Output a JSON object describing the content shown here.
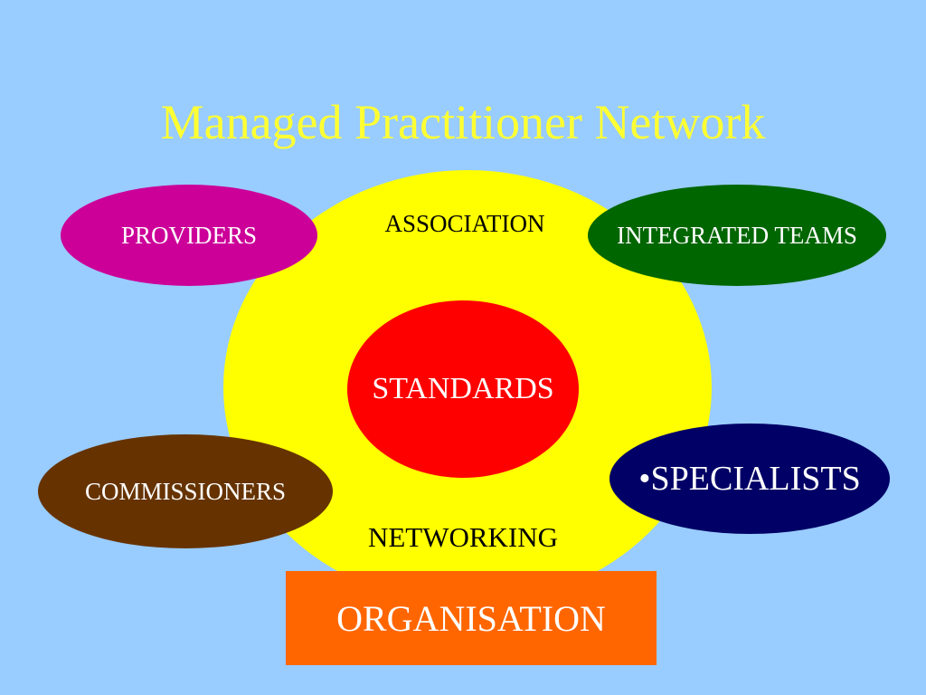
{
  "slide": {
    "title": "Managed Practitioner Network"
  },
  "diagram": {
    "association": "ASSOCIATION",
    "standards": "STANDARDS",
    "networking": "NETWORKING",
    "providers": "PROVIDERS",
    "integrated_teams": "INTEGRATED TEAMS",
    "commissioners": "COMMISSIONERS",
    "specialists": "•SPECIALISTS",
    "organisation": "ORGANISATION"
  },
  "colors": {
    "background": "#99ccff",
    "title": "#ffff33",
    "association_circle": "#ffff00",
    "standards_circle": "#ff0000",
    "providers": "#cc0099",
    "integrated_teams": "#006600",
    "commissioners": "#663300",
    "specialists": "#000066",
    "organisation": "#ff6600",
    "dark_text": "#000000",
    "light_text": "#ffffff"
  }
}
